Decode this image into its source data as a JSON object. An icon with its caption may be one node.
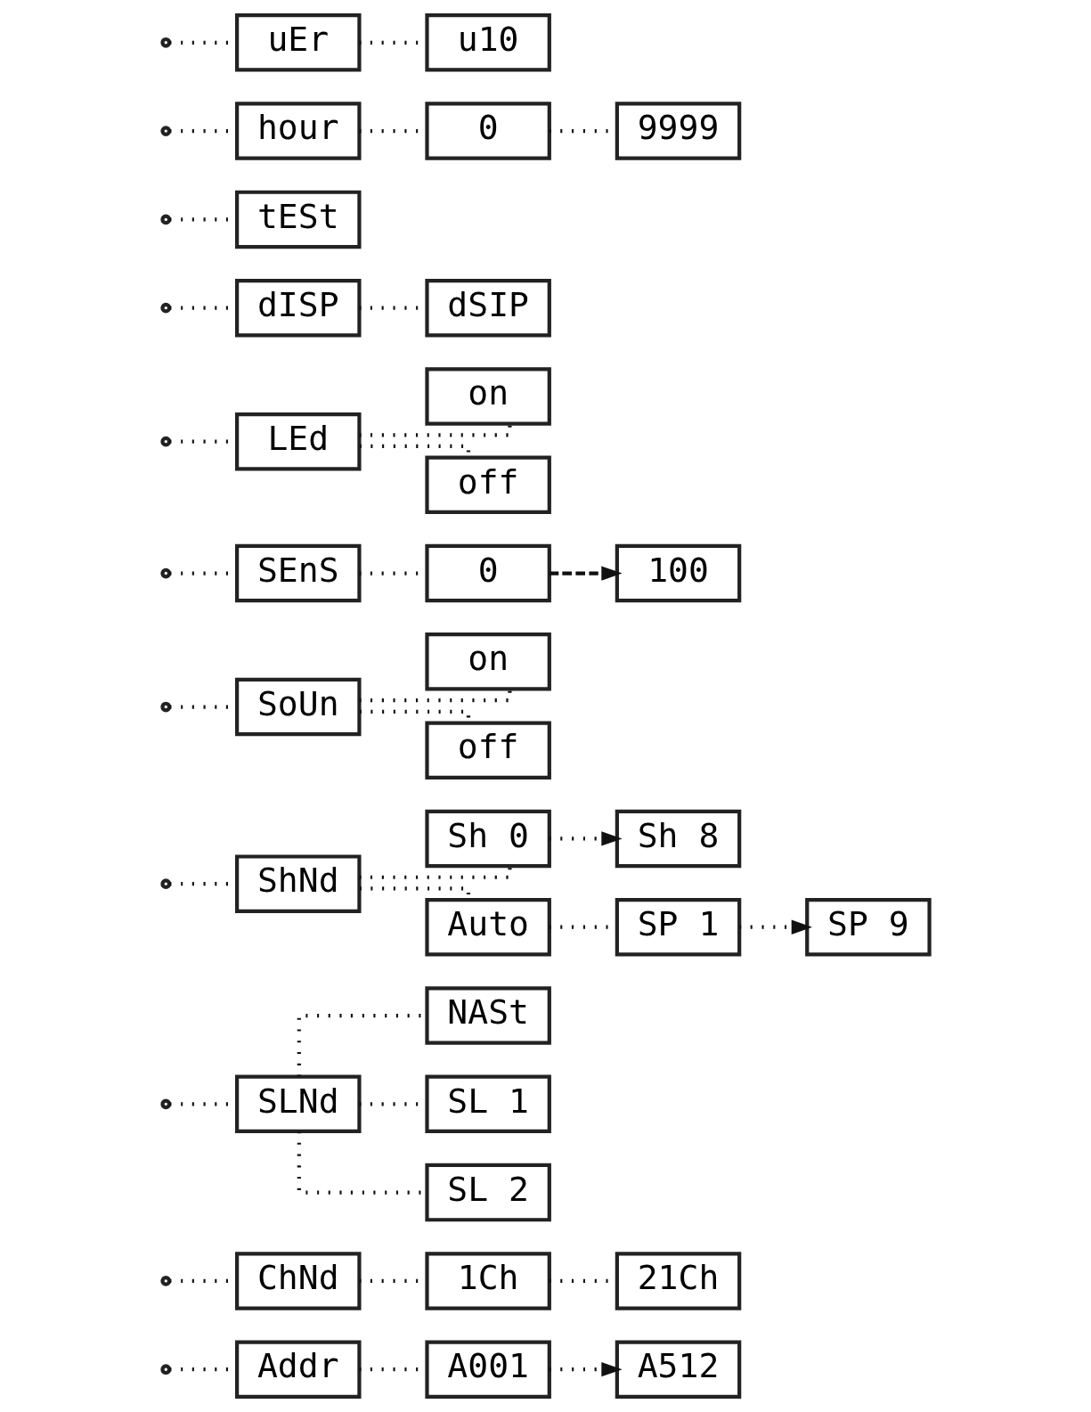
{
  "diagram": {
    "nodes": [
      {
        "text": [
          "Addr"
        ]
      },
      {
        "text": [
          "A001"
        ]
      },
      {
        "text": [
          "A512"
        ]
      },
      {
        "text": [
          "ChNd"
        ]
      },
      {
        "text": [
          "1Ch"
        ]
      },
      {
        "text": [
          "21Ch"
        ]
      },
      {
        "text": [
          "SLNd"
        ]
      },
      {
        "text": [
          "NASt"
        ]
      },
      {
        "text": [
          "SL 1"
        ]
      },
      {
        "text": [
          "SL 2"
        ]
      },
      {
        "text": [
          "ShNd"
        ]
      },
      {
        "text": [
          "Sh 0"
        ]
      },
      {
        "text": [
          "Sh 8"
        ]
      },
      {
        "text": [
          "Auto"
        ]
      },
      {
        "text": [
          "SP 1"
        ]
      },
      {
        "text": [
          "SP 9"
        ]
      },
      {
        "text": [
          "SoUn"
        ]
      },
      {
        "text": [
          "on"
        ]
      },
      {
        "text": [
          "off"
        ]
      },
      {
        "text": [
          "SEnS"
        ]
      },
      {
        "text": [
          "0"
        ]
      },
      {
        "text": [
          "100"
        ]
      },
      {
        "text": [
          "LEd"
        ]
      },
      {
        "text": [
          "on"
        ]
      },
      {
        "text": [
          "off"
        ]
      },
      {
        "text": [
          "dISP"
        ]
      },
      {
        "text": [
          "dSIP"
        ]
      },
      {
        "text": [
          "tESt"
        ]
      },
      {
        "text": [
          "hour"
        ]
      },
      {
        "text": [
          "0"
        ]
      },
      {
        "text": [
          "9999"
        ]
      },
      {
        "text": [
          "uEr"
        ]
      },
      {
        "text": [
          "u10"
        ]
      }
    ],
    "edges": [
      {
        "from": null,
        "to": 0,
        "arrow": "none"
      },
      {
        "from": 0,
        "to": 1,
        "arrow": "none"
      },
      {
        "from": 1,
        "to": 2,
        "arrow": "to"
      },
      {
        "from": null,
        "to": 3,
        "arrow": "none"
      },
      {
        "from": 3,
        "to": 4,
        "arrow": "none"
      },
      {
        "from": 4,
        "to": 5,
        "arrow": "none"
      },
      {
        "from": null,
        "to": 6,
        "arrow": "none"
      },
      {
        "from": 6,
        "to": 7,
        "arrow": "none"
      },
      {
        "from": 6,
        "to": 8,
        "arrow": "none"
      },
      {
        "from": 6,
        "to": 9,
        "arrow": "none"
      },
      {
        "from": null,
        "to": 10,
        "arrow": "none"
      },
      {
        "from": 10,
        "to": 11,
        "arrow": "none"
      },
      {
        "from": 11,
        "to": 12,
        "arrow": "to"
      },
      {
        "from": 10,
        "to": 13,
        "arrow": "none"
      },
      {
        "from": 13,
        "to": 14,
        "arrow": "none"
      },
      {
        "from": 14,
        "to": 15,
        "arrow": "to"
      },
      {
        "from": null,
        "to": 16,
        "arrow": "none"
      },
      {
        "from": 16,
        "to": 17,
        "arrow": "none"
      },
      {
        "from": 16,
        "to": 18,
        "arrow": "none"
      },
      {
        "from": null,
        "to": 19,
        "arrow": "none"
      },
      {
        "from": 19,
        "to": 20,
        "arrow": "none"
      },
      {
        "from": 20,
        "to": 21,
        "arrow": "to",
        "style": "dashed"
      },
      {
        "from": null,
        "to": 22,
        "arrow": "none"
      },
      {
        "from": 22,
        "to": 23,
        "arrow": "none"
      },
      {
        "from": 22,
        "to": 24,
        "arrow": "none"
      },
      {
        "from": null,
        "to": 25,
        "arrow": "none"
      },
      {
        "from": 25,
        "to": 26,
        "arrow": "none"
      },
      {
        "from": null,
        "to": 27,
        "arrow": "none"
      },
      {
        "from": null,
        "to": 28,
        "arrow": "none"
      },
      {
        "from": 28,
        "to": 29,
        "arrow": "none"
      },
      {
        "from": 29,
        "to": 30,
        "arrow": "none"
      },
      {
        "from": null,
        "to": 31,
        "arrow": "none"
      },
      {
        "from": 31,
        "to": 32,
        "arrow": "none"
      }
    ]
  }
}
